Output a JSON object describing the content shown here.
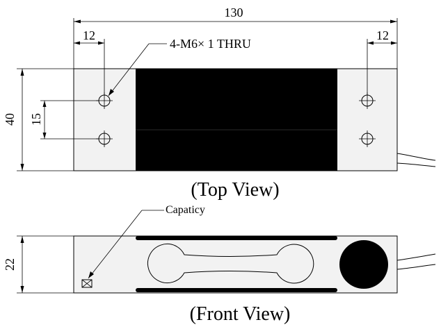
{
  "dimensions": {
    "overall_length": "130",
    "left_hole_offset": "12",
    "right_hole_offset": "12",
    "overall_width": "40",
    "hole_spacing": "15",
    "height": "22"
  },
  "callouts": {
    "thread_note": "4-M6× 1 THRU",
    "capacity_note": "Capaticy"
  },
  "views": {
    "top_view_label": "(Top View)",
    "front_view_label": "(Front View)"
  },
  "colors": {
    "outline": "#000000",
    "body_fill": "#f2f2f2",
    "strain_area": "#000000",
    "background": "#ffffff"
  }
}
